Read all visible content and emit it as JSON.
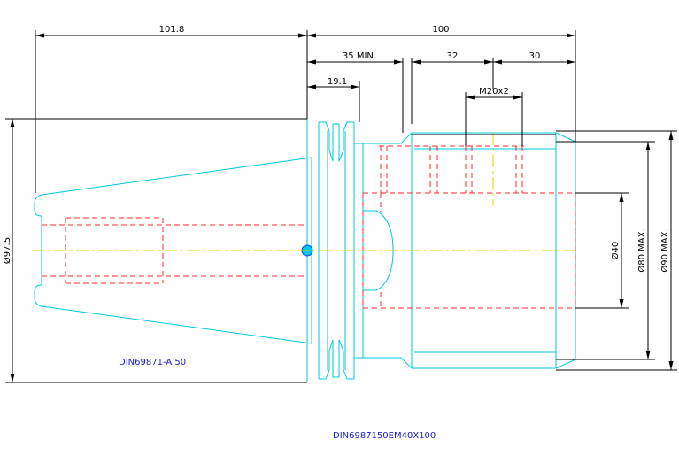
{
  "dimensions": {
    "taper_length": "101.8",
    "overall_length": "100",
    "min_length": "35 MIN.",
    "seg_32": "32",
    "seg_30": "30",
    "collar": "19.1",
    "thread": "M20x2",
    "flange_dia": "Ø97.5",
    "bore_dia": "Ø40",
    "body_dia": "Ø80 MAX.",
    "outer_dia": "Ø90 MAX."
  },
  "labels": {
    "shank_standard": "DIN69871-A 50",
    "part_number": "DIN6987150EM40X100"
  },
  "colors": {
    "outline": "#00c8e0",
    "hidden": "#ff2a2a",
    "centerline": "#e6d200",
    "dimension": "#000000",
    "note": "#1a1ad8"
  }
}
